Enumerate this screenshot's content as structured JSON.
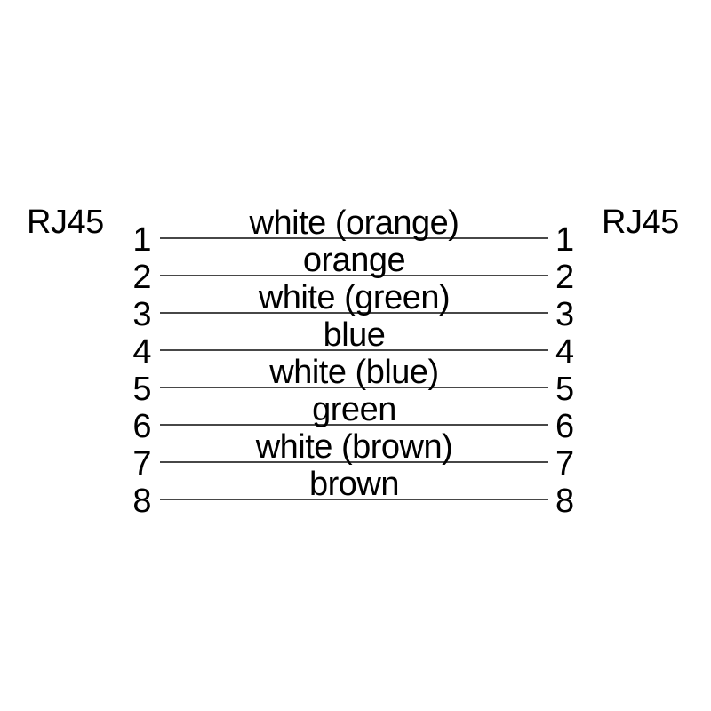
{
  "diagram": {
    "connector_left_label": "RJ45",
    "connector_right_label": "RJ45",
    "pins": [
      {
        "number": "1",
        "wire": "white (orange)"
      },
      {
        "number": "2",
        "wire": "orange"
      },
      {
        "number": "3",
        "wire": "white (green)"
      },
      {
        "number": "4",
        "wire": "blue"
      },
      {
        "number": "5",
        "wire": "white (blue)"
      },
      {
        "number": "6",
        "wire": "green"
      },
      {
        "number": "7",
        "wire": "white (brown)"
      },
      {
        "number": "8",
        "wire": "brown"
      }
    ],
    "colors": {
      "text": "#000000",
      "line": "#474747",
      "background": "#ffffff"
    }
  }
}
